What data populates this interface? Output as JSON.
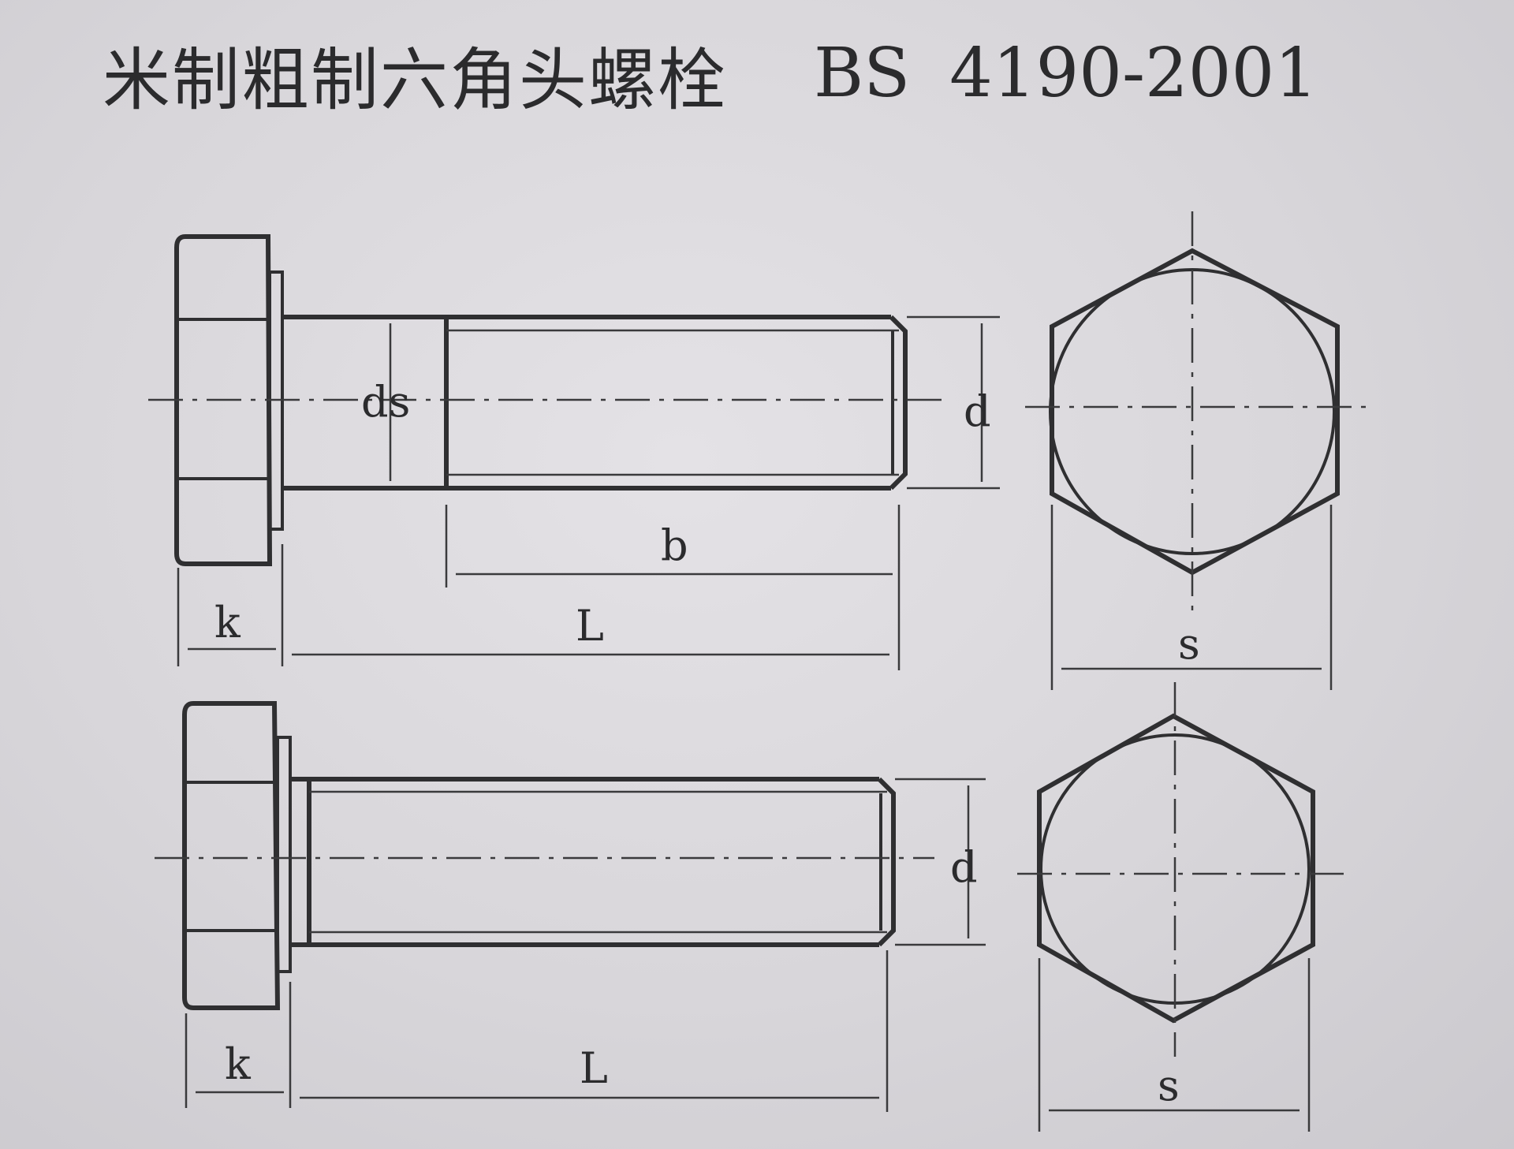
{
  "title": {
    "chinese": "米制粗制六角头螺栓",
    "standard_code": "BS",
    "standard_number": "4190-2001"
  },
  "figure_top": {
    "labels": {
      "ds": "ds",
      "d": "d",
      "b": "b",
      "k": "k",
      "L": "L",
      "s": "s"
    }
  },
  "figure_bottom": {
    "labels": {
      "d": "d",
      "k": "k",
      "L": "L",
      "s": "s"
    }
  }
}
